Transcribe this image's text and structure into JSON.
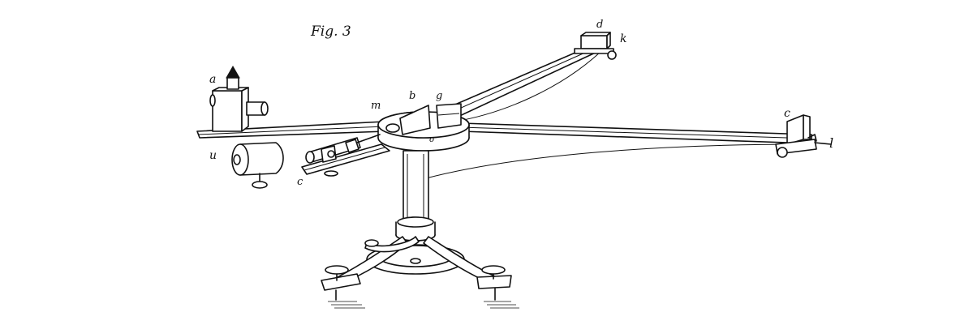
{
  "figure": {
    "title": "Fig. 3",
    "labels": {
      "a": "a",
      "b": "b",
      "g": "g",
      "m": "m",
      "d": "d",
      "k": "k",
      "c_right": "c",
      "l": "l",
      "u": "u",
      "c_left": "c",
      "o": "o"
    }
  }
}
